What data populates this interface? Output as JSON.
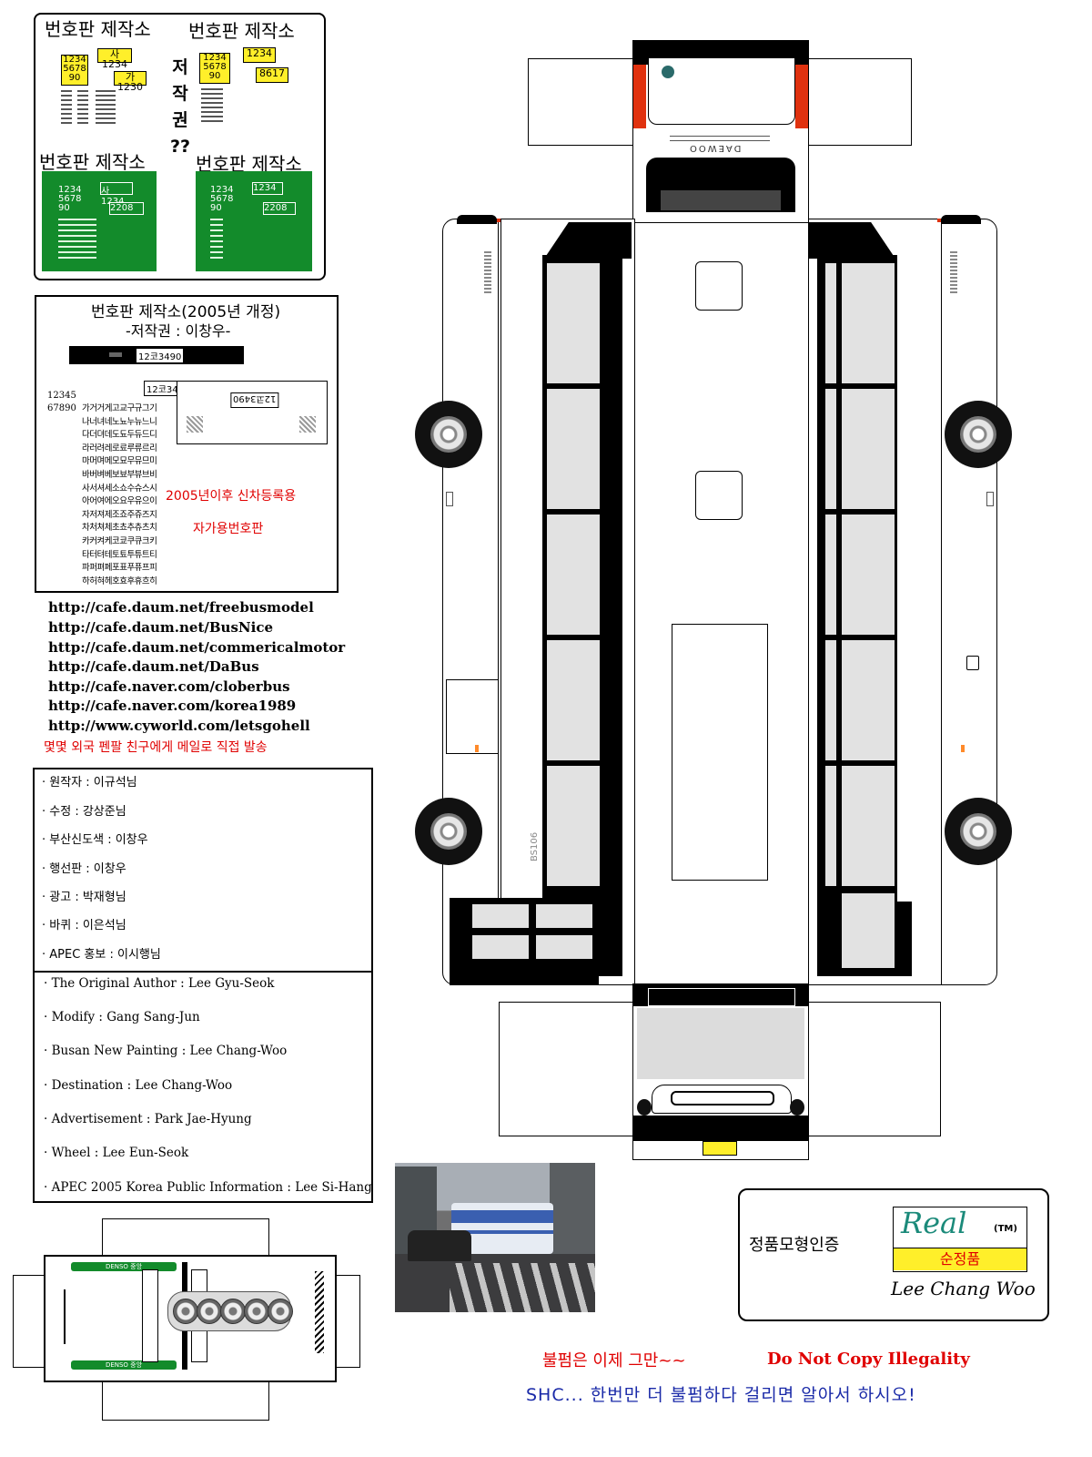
{
  "plate_shop": {
    "title": "번호판 제작소",
    "copyright_vertical": [
      "저",
      "작",
      "권",
      "??"
    ],
    "yellow_plates": [
      "1234",
      "5678",
      "90",
      "사 1234",
      "가 1230",
      "8617"
    ],
    "green_plates": [
      "1234",
      "5678",
      "90",
      "사 1234",
      "2208"
    ]
  },
  "plate_2005": {
    "title": "번호판 제작소(2005년 개정)",
    "subtitle": "-저작권 : 이창우-",
    "sample": "12코3490",
    "digits": [
      "12345",
      "67890"
    ],
    "hangul_rows": [
      "가거거게고교구규그기",
      "나너녀네노뇨누뉴느니",
      "다더뎌데도됴두듀드디",
      "라러려레로료루류르리",
      "마머며메모묘무뮤므미",
      "바버벼베보뵤부뷰브비",
      "사서셔세소쇼수슈스시",
      "아어여에오요우유으이",
      "자저져제조죠주쥬즈지",
      "차처쳐체초쵸추츄츠치",
      "카커켜케코쿄쿠큐크키",
      "타터텨테토툐투튜트티",
      "파퍼펴페포표푸퓨프피",
      "하허혀헤호효후휴흐히"
    ],
    "note_line1": "2005년이후 신차등록용",
    "note_line2": "자가용번호판"
  },
  "links": [
    "http://cafe.daum.net/freebusmodel",
    "http://cafe.daum.net/BusNice",
    "http://cafe.daum.net/commericalmotor",
    "http://cafe.daum.net/DaBus",
    "http://cafe.naver.com/cloberbus",
    "http://cafe.naver.com/korea1989",
    "http://www.cyworld.com/letsgohell"
  ],
  "links_note": "몇몇 외국 펜팔 친구에게 메일로 직접 발송",
  "credits_ko": [
    "· 원작자  :  이규석님",
    "· 수정  :  강상준님",
    "· 부산신도색  :  이창우",
    "· 행선판  :  이창우",
    "· 광고  :  박재형님",
    "· 바퀴  :  이은석님",
    "· APEC 홍보  :  이시행님"
  ],
  "credits_en": [
    "· The Original Author : Lee Gyu-Seok",
    "· Modify : Gang Sang-Jun",
    "· Busan New Painting : Lee Chang-Woo",
    "· Destination : Lee Chang-Woo",
    "· Advertisement : Park Jae-Hyung",
    "· Wheel : Lee Eun-Seok",
    "· APEC 2005 Korea Public Information : Lee Si-Hang"
  ],
  "bus": {
    "brand": "DAEWOO",
    "side_number": "BS106"
  },
  "aircon": {
    "brand_label": "DENSO 중앙"
  },
  "certification": {
    "label": "정품모형인증",
    "logo": "Real",
    "tm": "(TM)",
    "genuine": "순정품",
    "signature": "Lee Chang Woo"
  },
  "footer": {
    "warning_ko": "불펌은 이제 그만~~",
    "warning_en": "Do Not Copy Illegality",
    "message": "SHC... 한번만 더 불펌하다 걸리면 알아서 하시오!"
  },
  "colors": {
    "plate_yellow": "#ffef2a",
    "plate_green": "#138b2b",
    "warning_red": "#e00000",
    "message_blue": "#1a2aa8",
    "marker_orange": "#ff8a2a"
  }
}
